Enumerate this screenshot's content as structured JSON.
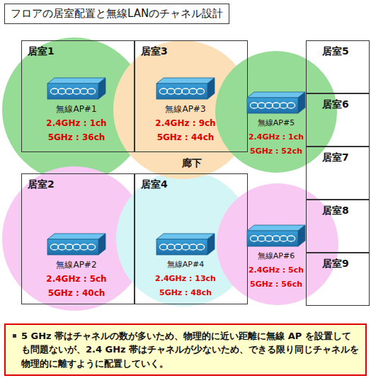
{
  "diagram": {
    "title": "フロアの居室配置と無線LANのチャネル設計",
    "nodes": [
      {
        "text": [
          "居室1"
        ]
      },
      {
        "text": [
          "無線AP#1",
          "2.4GHz : 1ch",
          "5GHz : 36ch"
        ],
        "in": 0
      },
      {
        "text": [
          "居室3"
        ]
      },
      {
        "text": [
          "無線AP#3",
          "2.4GHz : 9ch",
          "5GHz : 44ch"
        ],
        "in": 2
      },
      {
        "text": [
          "無線AP#5",
          "2.4GHz : 1ch",
          "5GHz : 52ch"
        ]
      },
      {
        "text": [
          "居室5"
        ]
      },
      {
        "text": [
          "居室6"
        ]
      },
      {
        "text": [
          "居室7"
        ]
      },
      {
        "text": [
          "居室2"
        ]
      },
      {
        "text": [
          "無線AP#2",
          "2.4GHz : 5ch",
          "5GHz : 40ch"
        ],
        "in": 8
      },
      {
        "text": [
          "居室4"
        ]
      },
      {
        "text": [
          "無線AP#4",
          "2.4GHz : 13ch",
          "5GHz : 48ch"
        ],
        "in": 10
      },
      {
        "text": [
          "無線AP#6",
          "2.4GHz : 5ch",
          "5GHz : 56ch"
        ]
      },
      {
        "text": [
          "居室8"
        ]
      },
      {
        "text": [
          "居室9"
        ]
      },
      {
        "text": [
          "5 GHz 帯はチャネルの数が多いため、物理的に近い距離に無線 AP を設置しても問題ないが、2.4 GHz 帯はチャネルが少ないため、できる限り同じチャネルを物理的に離すように配置していく。"
        ]
      }
    ],
    "labels": [
      "廊下"
    ]
  }
}
